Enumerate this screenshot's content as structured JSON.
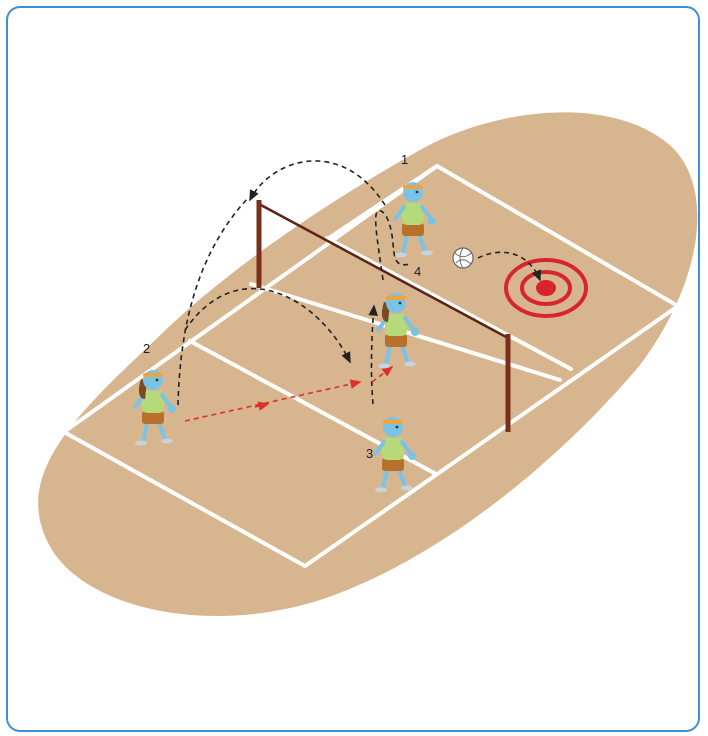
{
  "colors": {
    "frame_border": "#3d8fd0",
    "ground": "#d7b58f",
    "court_lines": "#ffffff",
    "net_posts": "#7a2f1a",
    "net_band": "#5a2416",
    "pass_arrow_black": "#222222",
    "pass_arrow_red": "#e0302a",
    "target": "#d8242c",
    "shirt": "#b6d97a",
    "shorts": "#b8702a",
    "skin": "#79c4e6",
    "headband": "#f2a33a",
    "hair": "#7a4a22"
  },
  "players": [
    {
      "id": "1",
      "label": "1"
    },
    {
      "id": "2",
      "label": "2"
    },
    {
      "id": "3",
      "label": "3"
    },
    {
      "id": "4",
      "label": "4"
    }
  ],
  "icons": {
    "ball": "volleyball-icon",
    "target": "target-icon"
  }
}
